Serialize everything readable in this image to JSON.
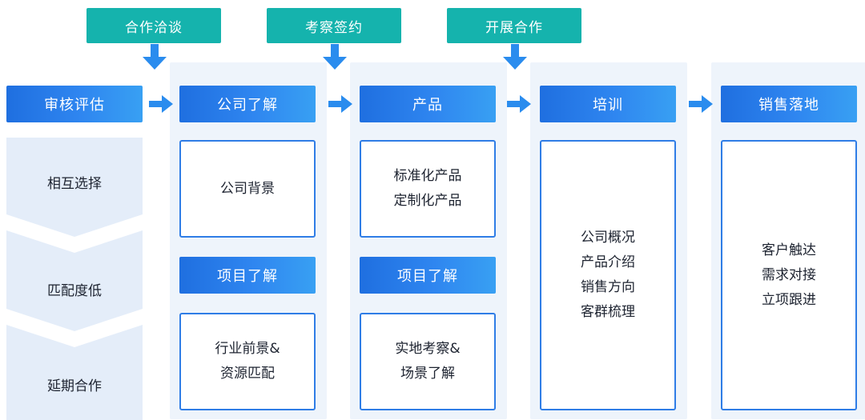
{
  "phases": [
    "合作洽谈",
    "考察签约",
    "开展合作"
  ],
  "columns": [
    {
      "header": "审核评估"
    },
    {
      "header": "公司了解",
      "box1_lines": [
        "公司背景"
      ],
      "sub_header": "项目了解",
      "box2_lines": [
        "行业前景&",
        "资源匹配"
      ]
    },
    {
      "header": "产品",
      "box1_lines": [
        "标准化产品",
        "定制化产品"
      ],
      "sub_header": "项目了解",
      "box2_lines": [
        "实地考察&",
        "场景了解"
      ]
    },
    {
      "header": "培训",
      "box_lines": [
        "公司概况",
        "产品介绍",
        "销售方向",
        "客群梳理"
      ]
    },
    {
      "header": "销售落地",
      "box_lines": [
        "客户触达",
        "需求对接",
        "立项跟进"
      ]
    }
  ],
  "stages": [
    "相互选择",
    "匹配度低",
    "延期合作"
  ],
  "colors": {
    "phase_tag": "#15b3ad",
    "header_gradient_start": "#1f6fe0",
    "header_gradient_end": "#38a0f3",
    "box_border": "#2f7de6",
    "arrow": "#2a8cee",
    "column_bg": "#eef4fb",
    "chevron_fill": "#e4edf9"
  },
  "icons": {
    "flow_arrow": "arrow-right-icon",
    "phase_arrow": "arrow-down-icon"
  }
}
